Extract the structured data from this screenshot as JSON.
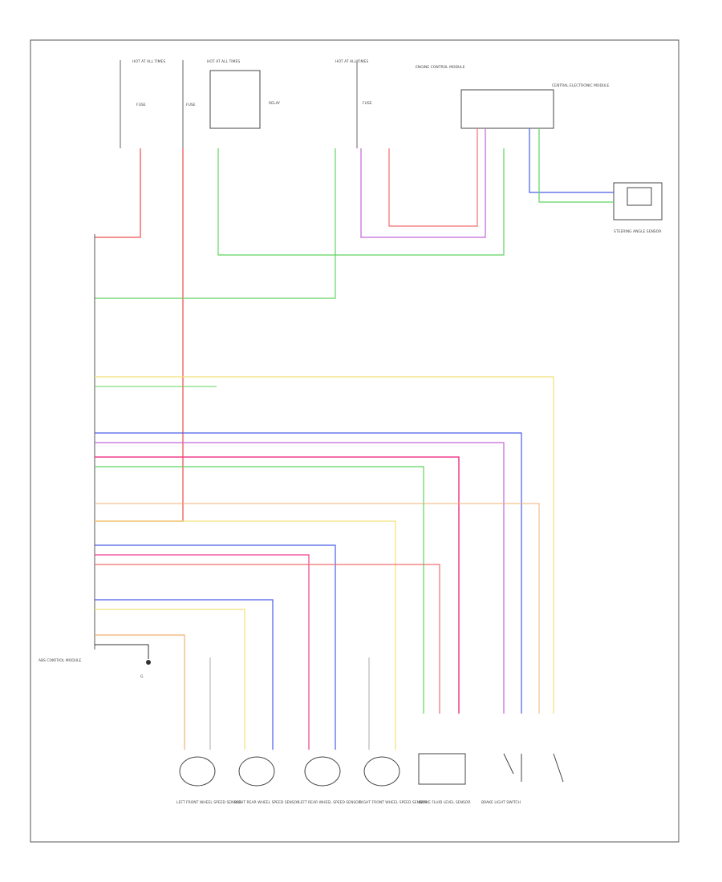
{
  "title": "",
  "footer_code": "",
  "fuses": [
    {
      "id": "fuse-1",
      "header": "HOT AT ALL TIMES",
      "name": "FUSE"
    },
    {
      "id": "fuse-2",
      "header": "HOT AT ALL TIMES",
      "name": "FUSE"
    },
    {
      "id": "fuse-3",
      "header": "HOT AT ALL TIMES",
      "name": "FUSE"
    }
  ],
  "relay_label": "RELAY",
  "ignition_label": "",
  "engine_module_label": "ENGINE CONTROL MODULE",
  "gateway_module_label": "CENTRAL ELECTRONIC MODULE",
  "steering_sensor_label": "STEERING ANGLE SENSOR",
  "control_module_label": "ABS CONTROL MODULE",
  "ground_label": "G",
  "sensors": [
    {
      "label": "LEFT FRONT WHEEL SPEED SENSOR"
    },
    {
      "label": "RIGHT REAR WHEEL SPEED SENSOR"
    },
    {
      "label": "LEFT REAR WHEEL SPEED SENSOR"
    },
    {
      "label": "RIGHT FRONT WHEEL SPEED SENSOR"
    },
    {
      "label": "BRAKE FLUID LEVEL SENSOR"
    },
    {
      "label": "BRAKE LIGHT SWITCH"
    }
  ],
  "colors": {
    "red": "#f26d6d",
    "pink": "#f03d8c",
    "green": "#5fd45f",
    "yellow": "#f2e07a",
    "blue": "#4a5de8",
    "violet": "#c266d9",
    "orange": "#f0b070",
    "gray": "#aaaaaa",
    "black": "#333333"
  }
}
